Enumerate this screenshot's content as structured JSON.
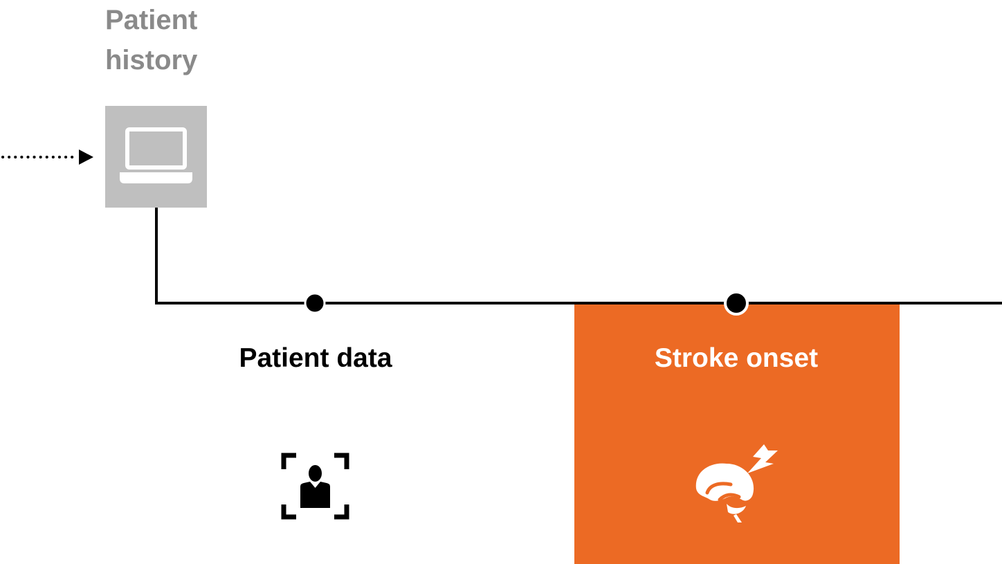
{
  "patient_history": {
    "title_line1": "Patient",
    "title_line2": "history",
    "icon": "laptop-icon"
  },
  "stages": [
    {
      "label": "Patient data",
      "icon": "patient-scan-icon"
    },
    {
      "label": "Stroke onset",
      "icon": "brain-lightning-icon"
    }
  ],
  "colors": {
    "history_box": "#bfbfbf",
    "history_text": "#8a8a8a",
    "stroke_panel": "#ec6a24",
    "timeline": "#000000"
  }
}
